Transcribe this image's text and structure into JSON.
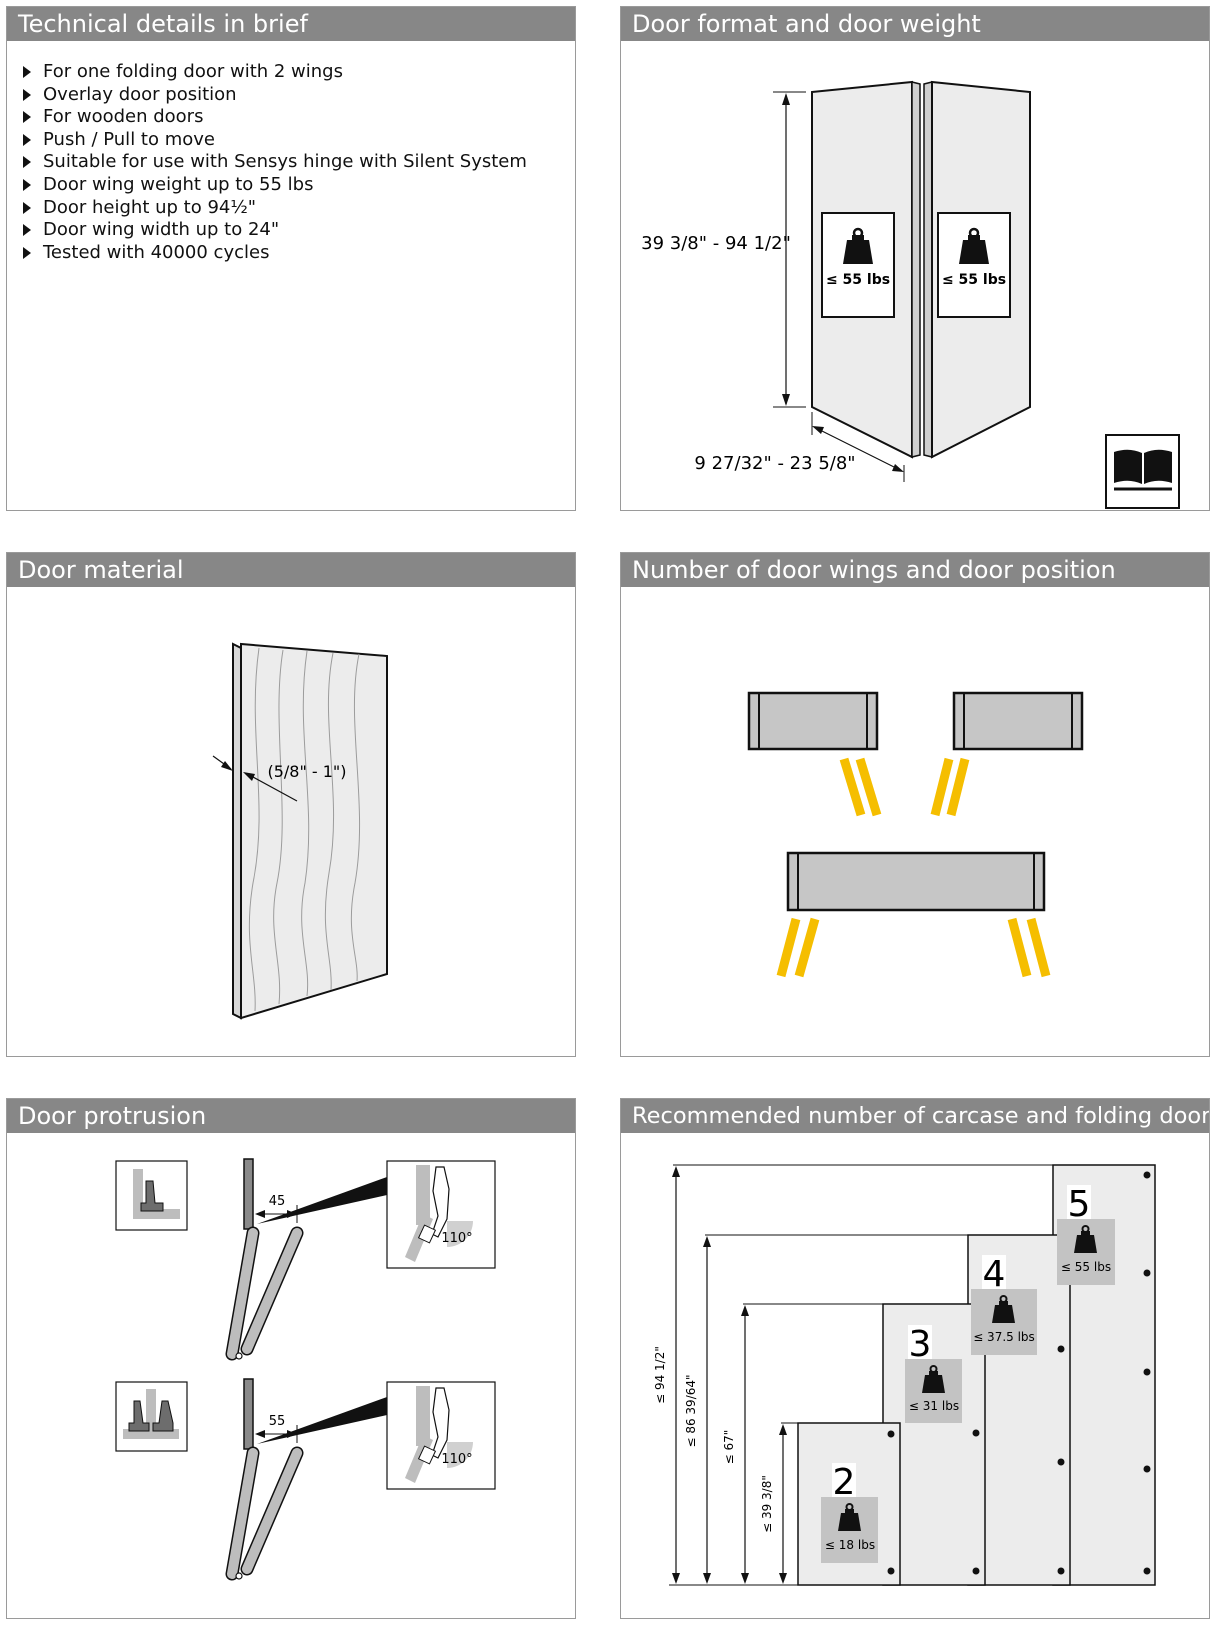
{
  "panels": {
    "technical": {
      "title": "Technical details in brief",
      "items": [
        "For one folding door with 2 wings",
        "Overlay door position",
        "For wooden doors",
        "Push / Pull to move",
        "Suitable for use with Sensys hinge with Silent System",
        "Door wing weight up to 55 lbs",
        "Door height up to 94½\"",
        "Door wing width up to 24\"",
        "Tested with 40000 cycles"
      ]
    },
    "format": {
      "title": "Door format and door weight",
      "height_label": "39 3/8\" - 94 1/2\"",
      "width_label": "9 27/32\" - 23 5/8\"",
      "weight_label_left": "≤ 55 lbs",
      "weight_label_right": "≤ 55 lbs",
      "book_icon": "book-icon"
    },
    "material": {
      "title": "Door material",
      "thickness_label": "(5/8\" - 1\")"
    },
    "wings": {
      "title": "Number of door wings and door position",
      "accent_color": "#f5be00"
    },
    "protrusion": {
      "title": "Door protrusion",
      "top": {
        "dimension": "45",
        "angle": "110°"
      },
      "bottom": {
        "dimension": "55",
        "angle": "110°"
      }
    },
    "hinges": {
      "title": "Recommended number of carcase and folding door hinges",
      "columns": [
        {
          "count": "2",
          "weight": "≤ 18 lbs",
          "height": "≤ 39 3/8\""
        },
        {
          "count": "3",
          "weight": "≤ 31 lbs",
          "height": "≤ 67\""
        },
        {
          "count": "4",
          "weight": "≤ 37.5 lbs",
          "height": "≤ 86 39/64\""
        },
        {
          "count": "5",
          "weight": "≤ 55 lbs",
          "height": "≤ 94 1/2\""
        }
      ]
    }
  }
}
